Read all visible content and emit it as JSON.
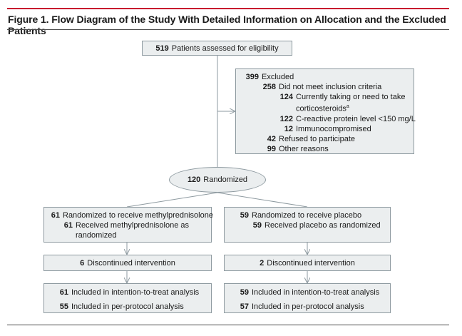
{
  "figure": {
    "title": "Figure 1. Flow Diagram of the Study With Detailed Information on Allocation and the Excluded Patients"
  },
  "assessed": {
    "n": "519",
    "label": "Patients assessed for eligibility"
  },
  "excluded": {
    "n": "399",
    "label": "Excluded",
    "inclusion": {
      "n": "258",
      "label": "Did not meet inclusion criteria"
    },
    "steroids": {
      "n": "124",
      "line1": "Currently taking or need to take",
      "line2": "corticosteroids",
      "footnote": "a"
    },
    "crp": {
      "n": "122",
      "label": "C-reactive protein level <150 mg/L"
    },
    "immuno": {
      "n": "12",
      "label": "Immunocompromised"
    },
    "refused": {
      "n": "42",
      "label": "Refused to participate"
    },
    "other": {
      "n": "99",
      "label": "Other reasons"
    }
  },
  "randomized": {
    "n": "120",
    "label": "Randomized"
  },
  "arms": [
    {
      "randomized": {
        "n": "61",
        "label": "Randomized to receive methylprednisolone"
      },
      "received": {
        "n": "61",
        "line1": "Received methylprednisolone as",
        "line2": "randomized"
      },
      "discontinued": {
        "n": "6",
        "label": "Discontinued intervention"
      },
      "itt": {
        "n": "61",
        "label": "Included in intention-to-treat analysis"
      },
      "pp": {
        "n": "55",
        "label": "Included in per-protocol analysis"
      }
    },
    {
      "randomized": {
        "n": "59",
        "label": "Randomized to receive placebo"
      },
      "received": {
        "n": "59",
        "line1": "Received placebo as randomized"
      },
      "discontinued": {
        "n": "2",
        "label": "Discontinued intervention"
      },
      "itt": {
        "n": "59",
        "label": "Included in intention-to-treat analysis"
      },
      "pp": {
        "n": "57",
        "label": "Included in per-protocol analysis"
      }
    }
  ],
  "colors": {
    "accent_rule": "#c8102e",
    "box_fill": "#ebeeef",
    "box_border": "#8e9aa0",
    "connector": "#8e9aa0"
  }
}
